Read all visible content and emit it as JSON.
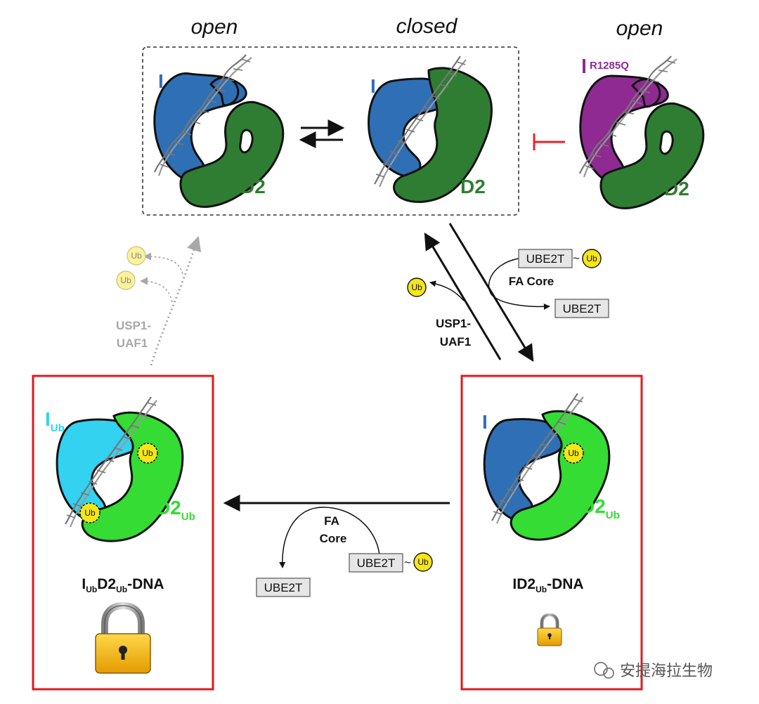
{
  "labels": {
    "open_left": "open",
    "closed": "closed",
    "open_right": "open",
    "I": "I",
    "D2": "D2",
    "Ub": "Ub",
    "mutation": "R1285Q",
    "ube2t": "UBE2T",
    "tilde": "~",
    "fa_core": "FA Core",
    "fa": "FA",
    "core": "Core",
    "usp1": "USP1-",
    "uaf1": "UAF1",
    "dash_dna": "-DNA"
  },
  "watermark": "安提海拉生物",
  "colors": {
    "ficl_blue": "#2f6fb5",
    "fancd2_green": "#2f7d32",
    "ficl_ub_cyan": "#32d2f0",
    "fancd2_ub_green": "#34dc34",
    "mutant_purple": "#8e2a92",
    "inhibit_red": "#e8232a",
    "box_red": "#e0191f",
    "ub_yellow": "#f5e61a",
    "faded_grey": "#a8a8a8"
  }
}
